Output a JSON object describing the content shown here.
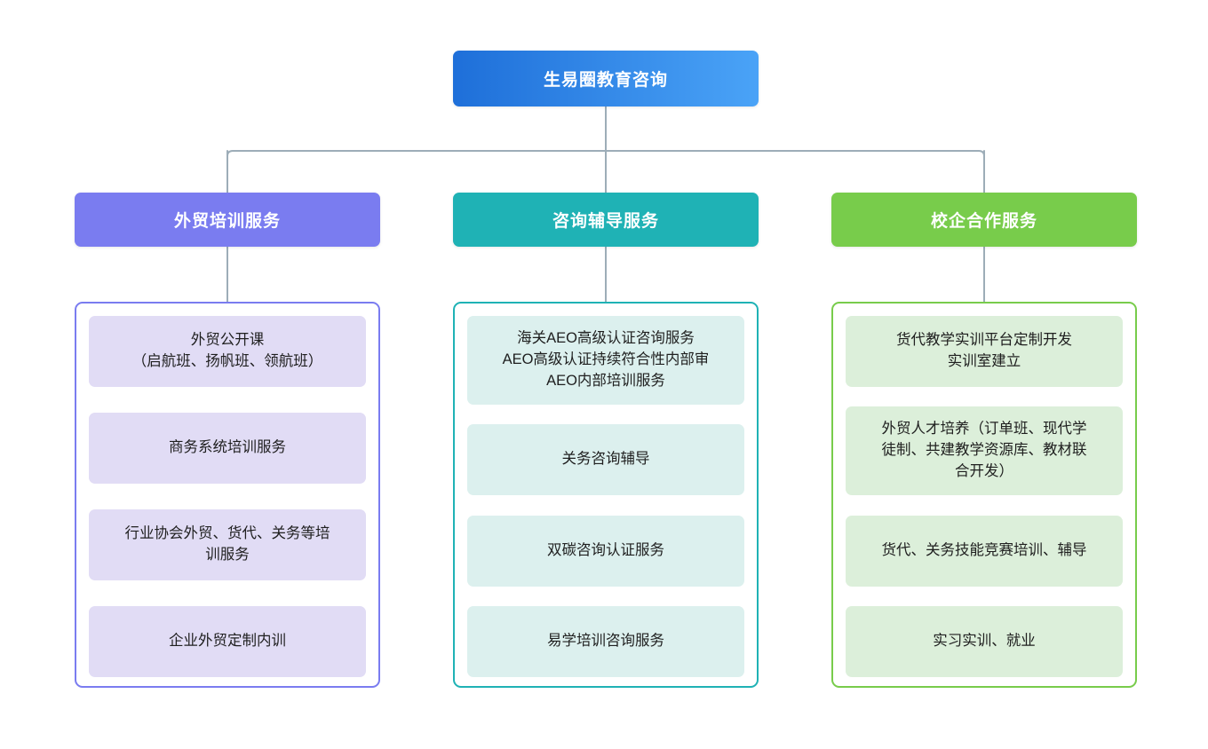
{
  "diagram": {
    "type": "organization-chart",
    "root": {
      "label": "生易圈教育咨询",
      "color_start": "#1e6fd9",
      "color_end": "#4aa3f7"
    },
    "connector_color": "#9dadb8",
    "branches": [
      {
        "id": "foreign-trade-training",
        "header": "外贸培训服务",
        "header_color": "#7a7cf0",
        "border_color": "#7a7cf0",
        "leaf_fill": "#e1dcf5",
        "items": [
          {
            "lines": [
              "外贸公开课",
              "（启航班、扬帆班、领航班）"
            ],
            "height": 80
          },
          {
            "lines": [
              "商务系统培训服务"
            ],
            "height": 80
          },
          {
            "lines": [
              "行业协会外贸、货代、关务等培",
              "训服务"
            ],
            "height": 80
          },
          {
            "lines": [
              "企业外贸定制内训"
            ],
            "height": 80
          }
        ]
      },
      {
        "id": "consulting-tutoring",
        "header": "咨询辅导服务",
        "header_color": "#1fb2b5",
        "border_color": "#1fb2b5",
        "leaf_fill": "#dcf0ee",
        "items": [
          {
            "lines": [
              "海关AEO高级认证咨询服务",
              "AEO高级认证持续符合性内部审",
              "AEO内部培训服务"
            ],
            "height": 100
          },
          {
            "lines": [
              "关务咨询辅导"
            ],
            "height": 80
          },
          {
            "lines": [
              "双碳咨询认证服务"
            ],
            "height": 80
          },
          {
            "lines": [
              "易学培训咨询服务"
            ],
            "height": 80
          }
        ]
      },
      {
        "id": "school-enterprise-cooperation",
        "header": "校企合作服务",
        "header_color": "#78cc4b",
        "border_color": "#78cc4b",
        "leaf_fill": "#dcefda",
        "items": [
          {
            "lines": [
              "货代教学实训平台定制开发",
              "实训室建立"
            ],
            "height": 80
          },
          {
            "lines": [
              "外贸人才培养（订单班、现代学",
              "徒制、共建教学资源库、教材联",
              "合开发）"
            ],
            "height": 100
          },
          {
            "lines": [
              "货代、关务技能竞赛培训、辅导"
            ],
            "height": 80
          },
          {
            "lines": [
              "实习实训、就业"
            ],
            "height": 80
          }
        ]
      }
    ]
  }
}
